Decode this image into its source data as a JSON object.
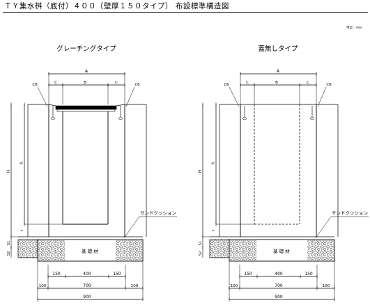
{
  "title": "ＴＹ集水桝（底付）４００〔壁厚１５０タイプ〕 布設標準構造図",
  "unit_label": "単位：mm",
  "views": [
    {
      "title": "グレーチングタイプ",
      "grating": true
    },
    {
      "title": "蓋無しタイプ",
      "grating": false
    }
  ],
  "labels": {
    "A": "A",
    "B": "B",
    "C": "C",
    "C6": "C6",
    "H": "H",
    "h": "h",
    "t": "t",
    "S1": "S1",
    "S2": "S2",
    "sand_cushion": "サンドクッション",
    "foundation": "基 礎 材"
  },
  "dimensions": {
    "row1": [
      "150",
      "400",
      "150"
    ],
    "row2": [
      "100",
      "700",
      "100"
    ],
    "row3": [
      "900"
    ]
  }
}
